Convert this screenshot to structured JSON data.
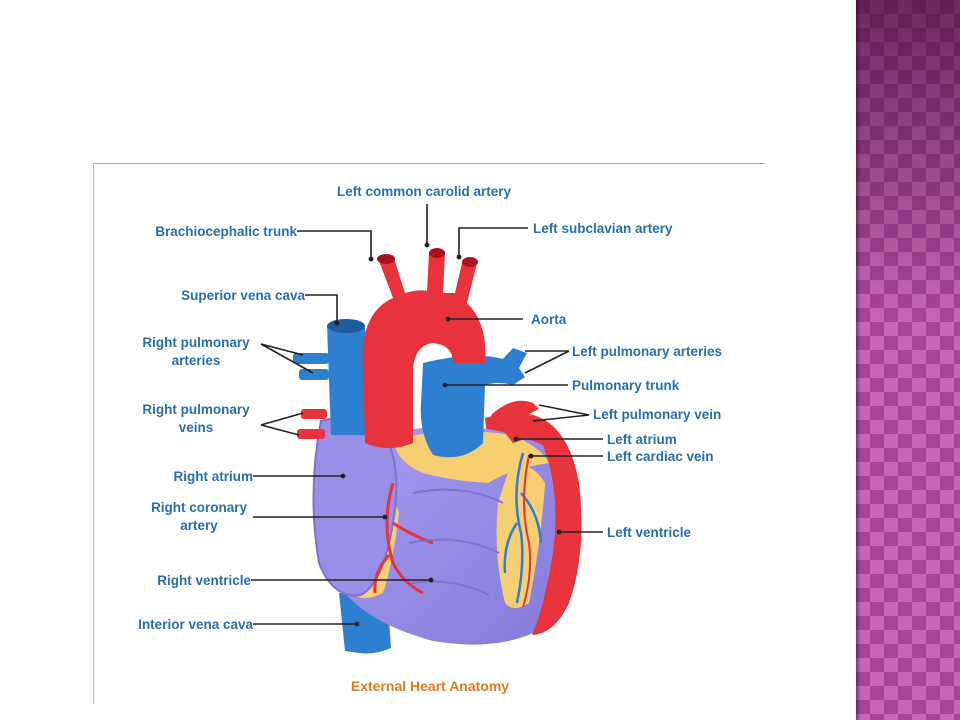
{
  "figure": {
    "caption": "External Heart Anatomy",
    "labels": {
      "left_common_carotid_artery": "Left common carolid artery",
      "brachiocephalic_trunk": "Brachiocephalic trunk",
      "left_subclavian_artery": "Left subclavian artery",
      "superior_vena_cava": "Superior vena cava",
      "aorta": "Aorta",
      "right_pulmonary_arteries_1": "Right pulmonary",
      "right_pulmonary_arteries_2": "arteries",
      "left_pulmonary_arteries": "Left pulmonary arteries",
      "pulmonary_trunk": "Pulmonary trunk",
      "right_pulmonary_veins_1": "Right pulmonary",
      "right_pulmonary_veins_2": "veins",
      "left_pulmonary_vein": "Left pulmonary vein",
      "left_atrium": "Left atrium",
      "left_cardiac_vein": "Left cardiac vein",
      "right_atrium": "Right atrium",
      "right_coronary_artery_1": "Right coronary",
      "right_coronary_artery_2": "artery",
      "left_ventricle": "Left ventricle",
      "right_ventricle": "Right ventricle",
      "inferior_vena_cava": "Interior vena cava"
    }
  },
  "colors": {
    "artery": "#e8323c",
    "vein": "#2f7fd0",
    "ventricle": "#9a8fe6",
    "fat": "#f7cf73",
    "label": "#2a6fa8",
    "caption": "#e07a22",
    "side_panel": "#a9449c"
  }
}
